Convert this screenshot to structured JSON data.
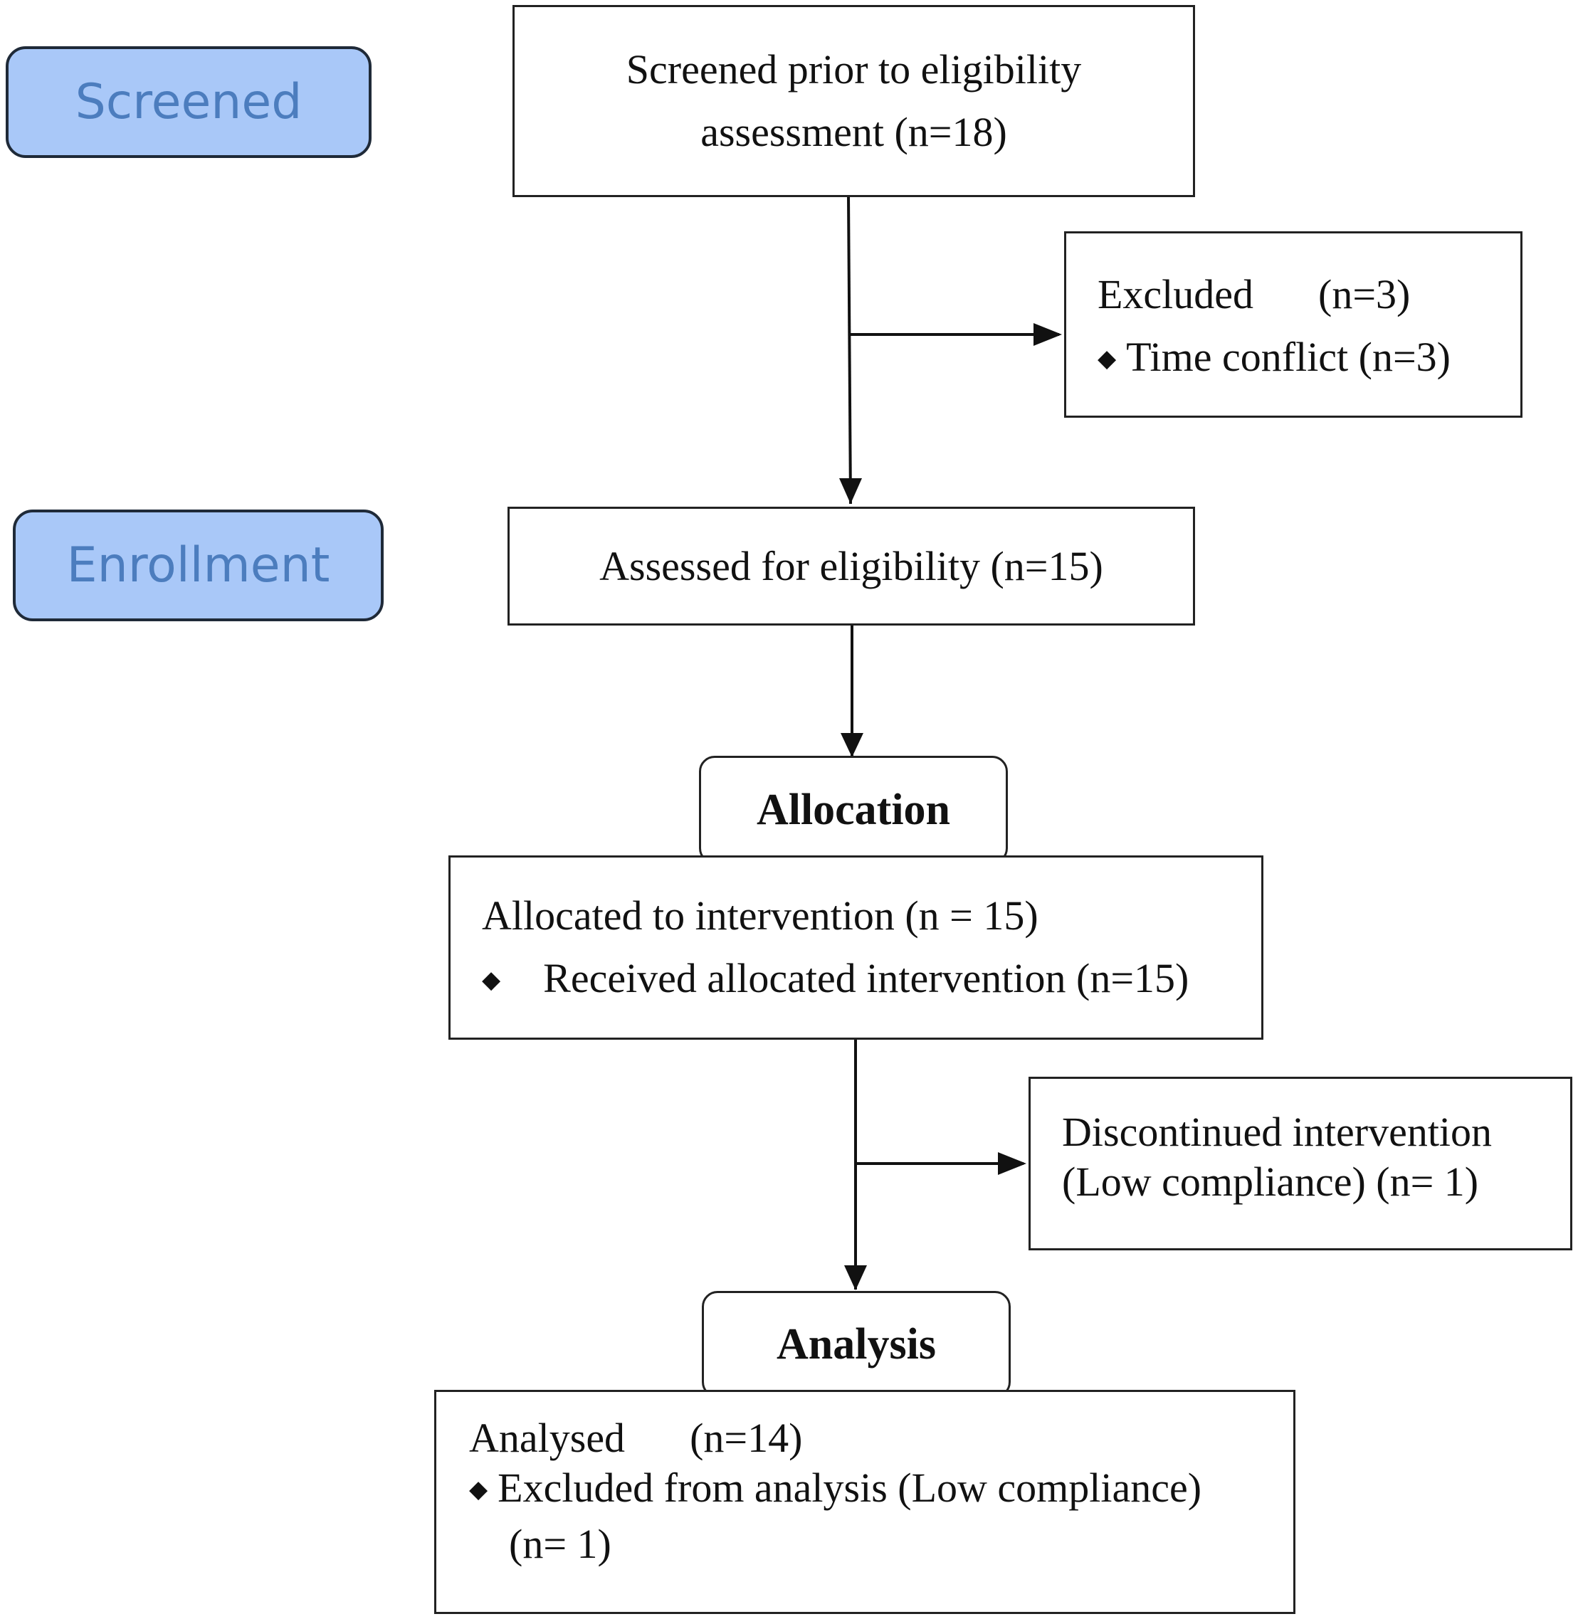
{
  "phases": {
    "screened": "Screened",
    "enrollment": "Enrollment"
  },
  "stages": {
    "allocation": "Allocation",
    "analysis": "Analysis"
  },
  "boxes": {
    "screened_prior": {
      "line1": "Screened prior to eligibility",
      "line2": "assessment (n=18)"
    },
    "excluded": {
      "title": "Excluded",
      "count": "(n=3)",
      "bullet": "Time conflict (n=3)"
    },
    "assessed": {
      "text": "Assessed for eligibility (n=15)"
    },
    "allocated": {
      "title": "Allocated to intervention (n = 15)",
      "bullet": "Received allocated intervention (n=15)"
    },
    "discontinued": {
      "line1": "Discontinued intervention",
      "line2": "(Low compliance) (n= 1)"
    },
    "analysed": {
      "title": "Analysed",
      "count": "(n=14)",
      "bullet_line1": "Excluded from analysis (Low compliance)",
      "bullet_line2": "(n= 1)"
    }
  },
  "bullet_glyph": "◆"
}
